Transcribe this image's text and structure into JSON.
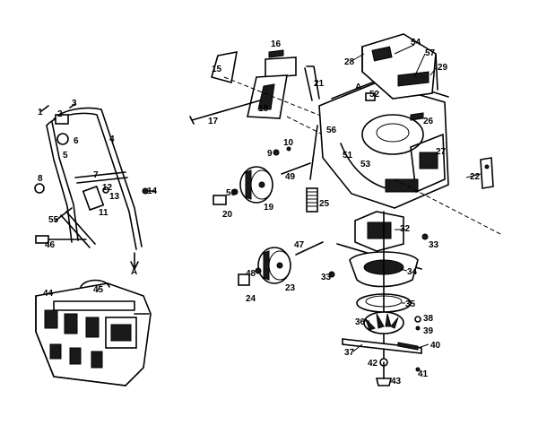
{
  "diagram": {
    "labels": {
      "l1": "1",
      "l2": "2",
      "l3": "3",
      "l4": "4",
      "l5": "5",
      "l6": "6",
      "l7": "7",
      "l8": "8",
      "l9": "9",
      "l10": "10",
      "l11": "11",
      "l12": "12",
      "l13": "13",
      "l14": "14",
      "l15": "15",
      "l16": "16",
      "l17": "17",
      "l18": "18",
      "l19": "19",
      "l20": "20",
      "l21": "21",
      "l22": "22",
      "l23": "23",
      "l24": "24",
      "l25": "25",
      "l26": "26",
      "l27": "27",
      "l28": "28",
      "l29": "29",
      "l32": "32",
      "l33a": "33",
      "l33b": "33",
      "l34": "34",
      "l35": "35",
      "l36": "36",
      "l37": "37",
      "l38": "38",
      "l39": "39",
      "l40": "40",
      "l41": "41",
      "l42": "42",
      "l43": "43",
      "l44": "44",
      "l45": "45",
      "l46": "46",
      "l47": "47",
      "l48": "48",
      "l49": "49",
      "l50": "50",
      "l51": "51",
      "l52": "52",
      "l53": "53",
      "l54": "54",
      "l55": "55",
      "l56": "56",
      "l57": "57",
      "refA1": "A",
      "refA2": "A"
    }
  }
}
